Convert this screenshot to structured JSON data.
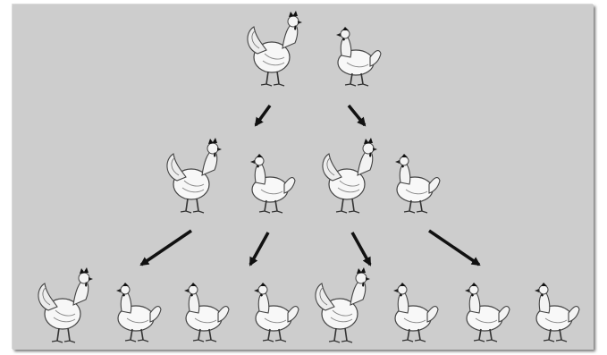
{
  "diagram": {
    "type": "chicken-breeding-tree",
    "background": "#cdcdcd",
    "levels": [
      {
        "generation": 1,
        "birds": [
          "rooster",
          "hen"
        ]
      },
      {
        "generation": 2,
        "birds": [
          "rooster",
          "hen",
          "rooster",
          "hen"
        ]
      },
      {
        "generation": 3,
        "birds": [
          "rooster",
          "hen",
          "hen",
          "hen",
          "rooster",
          "hen",
          "hen",
          "hen"
        ]
      }
    ],
    "arrow_color": "#111111",
    "bird_icon_names": {
      "rooster": "rooster-icon",
      "hen": "hen-icon"
    }
  }
}
